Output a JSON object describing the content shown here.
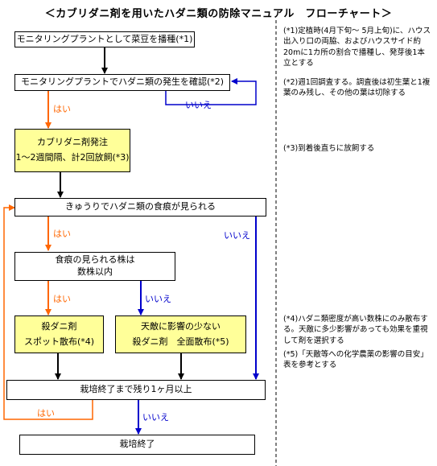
{
  "title": "＜カブリダニ剤を用いたハダニ類の防除マニュアル　フローチャート＞",
  "boxes": {
    "b1": "モニタリングプラントとして菜豆を播種(*1)",
    "b2": "モニタリングプラントでハダニ類の発生を確認(*2)",
    "b3_line1": "カブリダニ剤発注",
    "b3_line2": "1～2週間隔、計2回放飼(*3)",
    "b4": "きゅうりでハダニ類の食痕が見られる",
    "b5_line1": "食痕の見られる株は",
    "b5_line2": "数株以内",
    "b6_line1": "殺ダニ剤",
    "b6_line2": "スポット散布(*4)",
    "b7_line1": "天敵に影響の少ない",
    "b7_line2": "殺ダニ剤　全面散布(*5)",
    "b8": "栽培終了まで残り1ヶ月以上",
    "b9": "栽培終了"
  },
  "labels": {
    "yes": "はい",
    "no": "いいえ"
  },
  "notes": {
    "n1": "(*1)定植時(4月下旬～ 5月上旬)に、ハウス出入り口の両脇、およびハウスサイド約20mに1カ所の割合で播種し、発芽後1本立とする",
    "n2": "(*2)週1回調査する。調査後は初生葉と1複葉のみ残し、その他の葉は切除する",
    "n3": "(*3)到着後直ちに放飼する",
    "n4": "(*4)ハダニ類密度が高い数株にのみ散布する。天敵に多少影響があっても効果を重視して剤を選択する",
    "n5": "(*5)「天敵等への化学農薬の影響の目安」表を参考とする"
  },
  "colors": {
    "yes_arrow": "#ff6600",
    "no_arrow": "#0000cc",
    "neutral_arrow": "#000000",
    "highlight_box": "#ffff99"
  }
}
